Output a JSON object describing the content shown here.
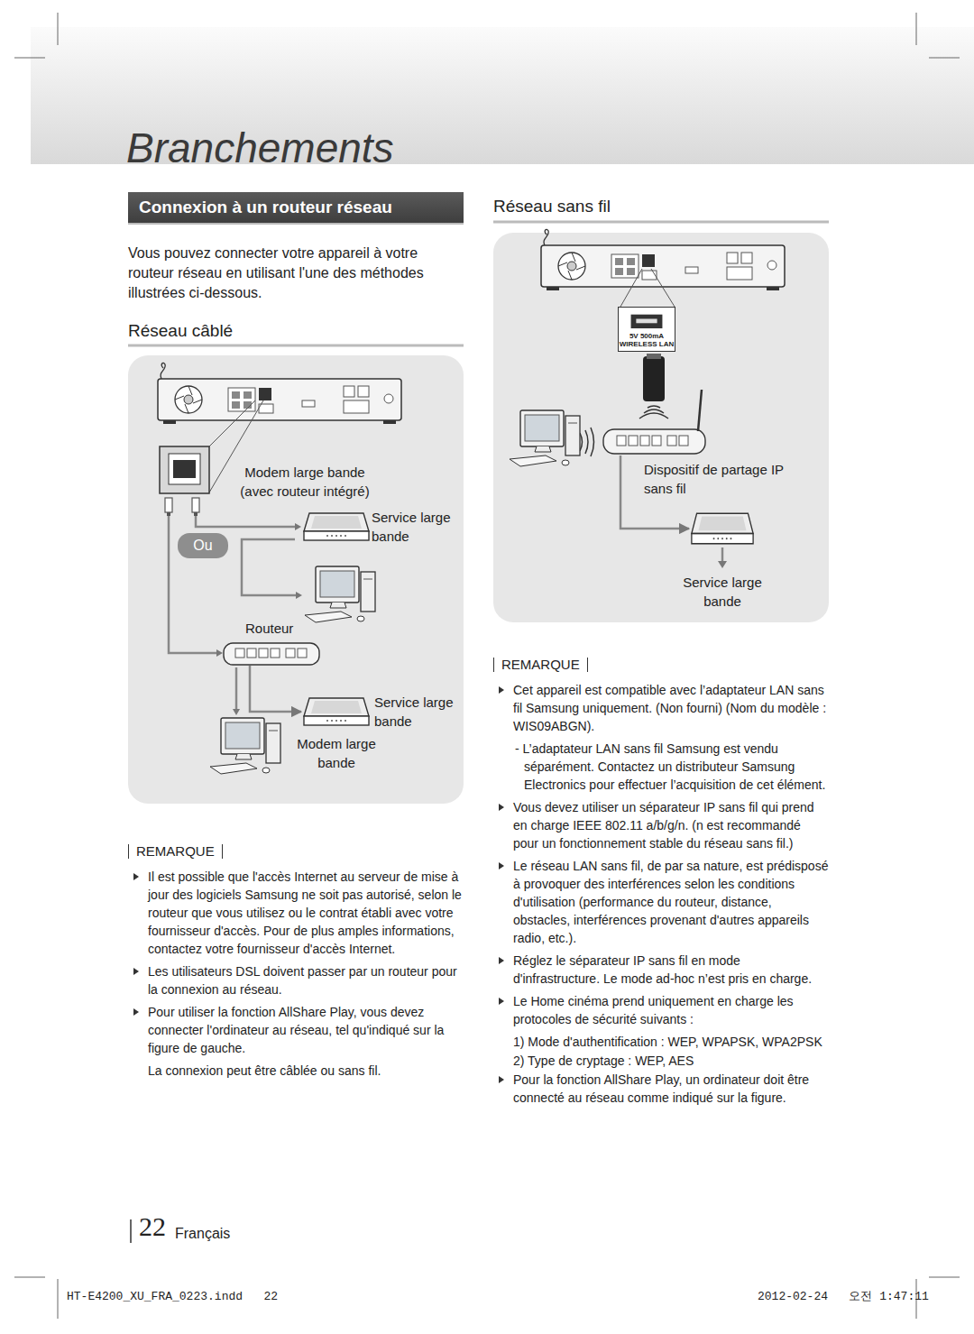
{
  "diagram": {
    "title": "Branchements",
    "nodes": [
      {
        "text": [
          "Connexion à un routeur réseau"
        ]
      },
      {
        "text": [
          "Réseau câblé"
        ]
      },
      {
        "text": [
          "Modem large bande (avec routeur intégré)",
          "Service large bande"
        ],
        "in": 1
      },
      {
        "text": [
          "Ou"
        ],
        "in": 1
      },
      {
        "text": [
          "Routeur"
        ],
        "in": 1
      },
      {
        "text": [
          "Service large bande",
          "Modem large bande"
        ],
        "in": 1
      },
      {
        "text": [
          "Réseau sans fil"
        ]
      },
      {
        "text": [
          "5V 500mA",
          "WIRELESS LAN"
        ],
        "in": 6
      },
      {
        "text": [
          "Dispositif de partage IP sans fil"
        ],
        "in": 6
      },
      {
        "text": [
          "Service large bande"
        ],
        "in": 6
      }
    ],
    "edges": [
      {
        "from": 4,
        "to": 5,
        "arrow": "to"
      },
      {
        "from": 8,
        "to": 9,
        "arrow": "to"
      }
    ],
    "labels": [
      "Vous pouvez connecter votre appareil à votre routeur réseau en utilisant l'une des méthodes illustrées ci-dessous.",
      "REMARQUE",
      "Il est possible que l'accès Internet au serveur de mise à jour des logiciels Samsung ne soit pas autorisé, selon le routeur que vous utilisez ou le contrat établi avec votre fournisseur d'accès. Pour de plus amples informations, contactez votre fournisseur d'accès Internet.",
      "Les utilisateurs DSL doivent passer par un routeur pour la connexion au réseau.",
      "Pour utiliser la fonction AllShare Play, vous devez connecter l'ordinateur au réseau, tel qu'indiqué sur la figure de gauche.",
      "La connexion peut être câblée ou sans fil.",
      "REMARQUE",
      "Cet appareil est compatible avec l’adaptateur LAN sans fil Samsung uniquement. (Non fourni) (Nom du modèle : WIS09ABGN).",
      "- L’adaptateur LAN sans fil Samsung est vendu séparément. Contactez un distributeur Samsung Electronics pour effectuer l’acquisition de cet élément.",
      "Vous devez utiliser un séparateur IP sans fil qui prend en charge IEEE 802.11 a/b/g/n. (n est recommandé pour un fonctionnement stable du réseau sans fil.)",
      "Le réseau LAN sans fil, de par sa nature, est prédisposé à provoquer des interférences selon les conditions d'utilisation (performance du routeur, distance, obstacles, interférences provenant d'autres appareils radio, etc.).",
      "Réglez le séparateur IP sans fil en mode d'infrastructure. Le mode ad-hoc n’est pris en charge.",
      "Le Home cinéma prend uniquement en charge les protocoles de sécurité suivants :",
      "1) Mode d'authentification : WEP, WPAPSK, WPA2PSK",
      "2) Type de cryptage : WEP, AES",
      "Pour la fonction AllShare Play, un ordinateur doit être connecté au réseau comme indiqué sur la figure.",
      "22",
      "Français",
      "HT-E4200_XU_FRA_0223.indd   22",
      "2012-02-24   오전 1:47:11"
    ]
  }
}
